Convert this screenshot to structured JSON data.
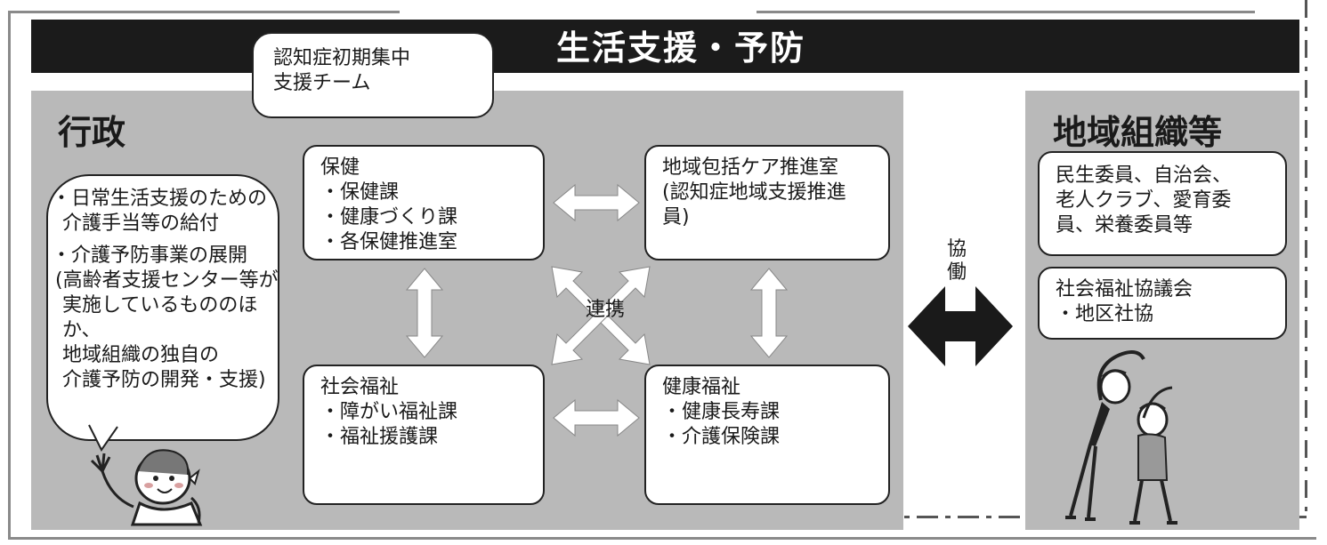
{
  "header": {
    "title": "生活支援・予防"
  },
  "support_team": {
    "line1": "認知症初期集中",
    "line2": "支援チーム"
  },
  "admin": {
    "title": "行政",
    "bubble": {
      "item1_line1": "・日常生活支援のための",
      "item1_line2": "介護手当等の給付",
      "item2_line1": "・介護予防事業の展開",
      "item2_line2": "(高齢者支援センター等が",
      "item2_line3": "実施しているもののほか、",
      "item2_line4": "地域組織の独自の",
      "item2_line5": "介護予防の開発・支援)"
    },
    "health_box": {
      "title": "保健",
      "items": [
        "・保健課",
        "・健康づくり課",
        "・各保健推進室"
      ]
    },
    "center_box": {
      "title": "地域包括ケア推進室",
      "subtitle": "(認知症地域支援推進員)"
    },
    "social_box": {
      "title": "社会福祉",
      "items": [
        "・障がい福祉課",
        "・福祉援護課"
      ]
    },
    "welfare_box": {
      "title": "健康福祉",
      "items": [
        "・健康長寿課",
        "・介護保険課"
      ]
    },
    "link_label": "連携"
  },
  "coop_label": {
    "char1": "協",
    "char2": "働"
  },
  "region": {
    "title": "地域組織等",
    "box1": {
      "line1": "民生委員、自治会、",
      "line2": "老人クラブ、愛育委",
      "line3": "員、栄養委員等"
    },
    "box2": {
      "line1": "社会福祉協議会",
      "line2": "・地区社協"
    }
  },
  "colors": {
    "header_bg": "#1b1b1b",
    "panel_bg": "#b9b9b9",
    "arrow_dark": "#1a1a1a",
    "arrow_light": "#ffffff"
  },
  "icons": [
    "waving-person-icon",
    "stretching-people-icon"
  ]
}
